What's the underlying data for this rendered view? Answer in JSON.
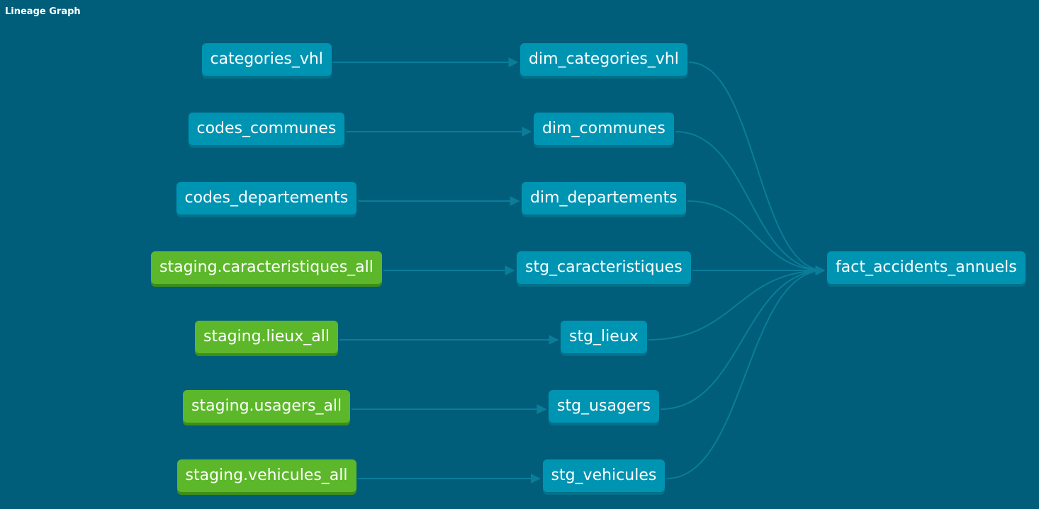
{
  "header": {
    "title": "Lineage Graph"
  },
  "colors": {
    "background": "#005e7a",
    "model_node": "#0094b3",
    "source_node": "#5cb82a",
    "edge": "#0b7d99"
  },
  "nodes": [
    {
      "id": "categories_vhl",
      "label": "categories_vhl",
      "kind": "model"
    },
    {
      "id": "codes_communes",
      "label": "codes_communes",
      "kind": "model"
    },
    {
      "id": "codes_departements",
      "label": "codes_departements",
      "kind": "model"
    },
    {
      "id": "staging_caracteristiques_all",
      "label": "staging.caracteristiques_all",
      "kind": "source"
    },
    {
      "id": "staging_lieux_all",
      "label": "staging.lieux_all",
      "kind": "source"
    },
    {
      "id": "staging_usagers_all",
      "label": "staging.usagers_all",
      "kind": "source"
    },
    {
      "id": "staging_vehicules_all",
      "label": "staging.vehicules_all",
      "kind": "source"
    },
    {
      "id": "dim_categories_vhl",
      "label": "dim_categories_vhl",
      "kind": "model"
    },
    {
      "id": "dim_communes",
      "label": "dim_communes",
      "kind": "model"
    },
    {
      "id": "dim_departements",
      "label": "dim_departements",
      "kind": "model"
    },
    {
      "id": "stg_caracteristiques",
      "label": "stg_caracteristiques",
      "kind": "model"
    },
    {
      "id": "stg_lieux",
      "label": "stg_lieux",
      "kind": "model"
    },
    {
      "id": "stg_usagers",
      "label": "stg_usagers",
      "kind": "model"
    },
    {
      "id": "stg_vehicules",
      "label": "stg_vehicules",
      "kind": "model"
    },
    {
      "id": "fact_accidents_annuels",
      "label": "fact_accidents_annuels",
      "kind": "model"
    }
  ],
  "edges": [
    {
      "from": "categories_vhl",
      "to": "dim_categories_vhl"
    },
    {
      "from": "codes_communes",
      "to": "dim_communes"
    },
    {
      "from": "codes_departements",
      "to": "dim_departements"
    },
    {
      "from": "staging_caracteristiques_all",
      "to": "stg_caracteristiques"
    },
    {
      "from": "staging_lieux_all",
      "to": "stg_lieux"
    },
    {
      "from": "staging_usagers_all",
      "to": "stg_usagers"
    },
    {
      "from": "staging_vehicules_all",
      "to": "stg_vehicules"
    },
    {
      "from": "dim_categories_vhl",
      "to": "fact_accidents_annuels"
    },
    {
      "from": "dim_communes",
      "to": "fact_accidents_annuels"
    },
    {
      "from": "dim_departements",
      "to": "fact_accidents_annuels"
    },
    {
      "from": "stg_caracteristiques",
      "to": "fact_accidents_annuels"
    },
    {
      "from": "stg_lieux",
      "to": "fact_accidents_annuels"
    },
    {
      "from": "stg_usagers",
      "to": "fact_accidents_annuels"
    },
    {
      "from": "stg_vehicules",
      "to": "fact_accidents_annuels"
    }
  ]
}
